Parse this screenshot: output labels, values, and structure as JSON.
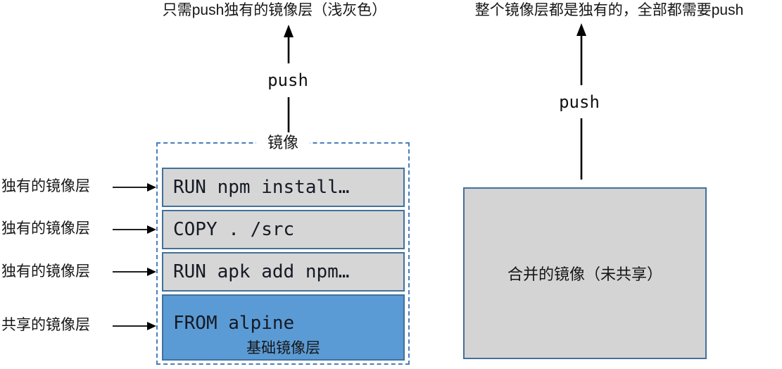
{
  "left_panel": {
    "caption": "只需push独有的镜像层（浅灰色）",
    "push_label": "push",
    "image_box": {
      "title": "镜像",
      "layers": [
        {
          "text": "RUN npm install…",
          "type": "unique"
        },
        {
          "text": "COPY . /src",
          "type": "unique"
        },
        {
          "text": "RUN apk add npm…",
          "type": "unique"
        },
        {
          "text": "FROM alpine",
          "sublabel": "基础镜像层",
          "type": "shared"
        }
      ]
    },
    "layer_labels": [
      "独有的镜像层",
      "独有的镜像层",
      "独有的镜像层",
      "共享的镜像层"
    ]
  },
  "right_panel": {
    "caption": "整个镜像层都是独有的，全部都需要push",
    "push_label": "push",
    "box_label": "合并的镜像（未共享）"
  },
  "colors": {
    "shared_layer_fill": "#5b9bd5",
    "unique_layer_fill": "#d6d6d6",
    "layer_border": "#41719c",
    "dashed_border": "#4a7ebb",
    "arrow_color": "#000000"
  }
}
